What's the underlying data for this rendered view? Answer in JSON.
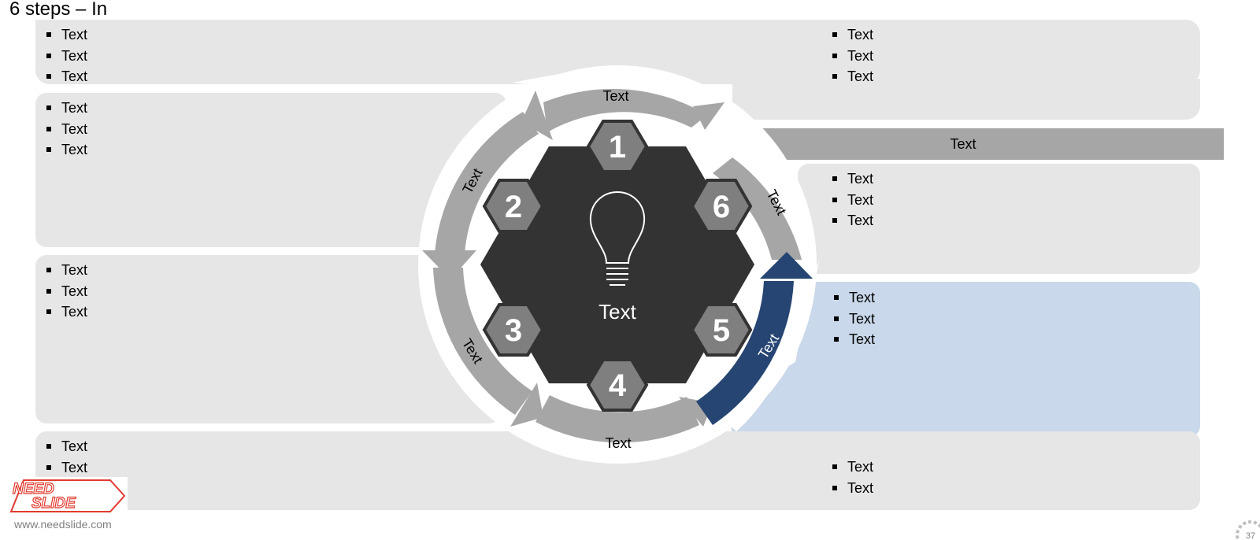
{
  "title": "6 steps – In",
  "panels": {
    "top_left": [
      "Text",
      "Text",
      "Text"
    ],
    "top_right": [
      "Text",
      "Text",
      "Text"
    ],
    "left_upper": [
      "Text",
      "Text",
      "Text"
    ],
    "left_lower": [
      "Text",
      "Text",
      "Text"
    ],
    "right_upper": [
      "Text",
      "Text",
      "Text"
    ],
    "right_blue": [
      "Text",
      "Text",
      "Text"
    ],
    "bottom_left": [
      "Text",
      "Text"
    ],
    "bottom_right": [
      "Text",
      "Text"
    ]
  },
  "bar_label": "Text",
  "arrow_labels": {
    "top": "Text",
    "upper_left": "Text",
    "lower_left": "Text",
    "bottom": "Text",
    "upper_right": "Text",
    "lower_right": "Text"
  },
  "center_label": "Text",
  "steps": [
    "1",
    "2",
    "3",
    "4",
    "5",
    "6"
  ],
  "center_icon": "lightbulb-icon",
  "logo": {
    "text": "NEED SLIDE",
    "url": "www.needslide.com"
  },
  "page_number": "37",
  "colors": {
    "panel": "#e6e6e6",
    "highlight_panel": "#c9d8ea",
    "ring_arrow": "#a6a6a6",
    "highlight_arrow": "#264572",
    "hexagon": "#333333",
    "step_hex": "#7f7f7f"
  }
}
